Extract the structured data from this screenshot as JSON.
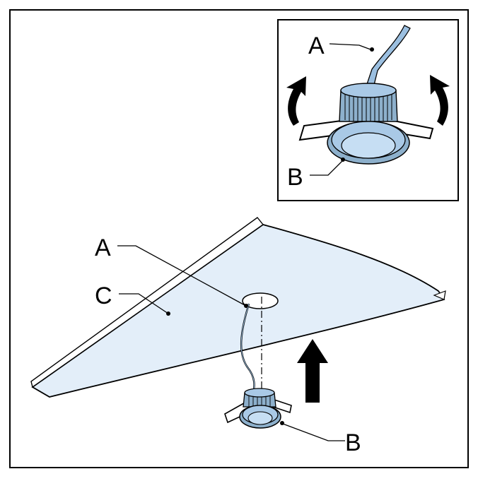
{
  "labels": {
    "inset_cable": "A",
    "inset_light": "B",
    "main_cable": "A",
    "main_panel": "C",
    "main_light": "B"
  },
  "colors": {
    "frame": "#000000",
    "panel_fill": "#e3eef9",
    "fixture_body": "#8db0cc",
    "fixture_ring": "#a9c9e6",
    "fixture_lens": "#c6def3",
    "cable": "#9bbfe0"
  },
  "icons": {
    "rotate_left": "curved-arrow-counterclockwise",
    "rotate_right": "curved-arrow-clockwise",
    "push_up": "up-arrow"
  }
}
